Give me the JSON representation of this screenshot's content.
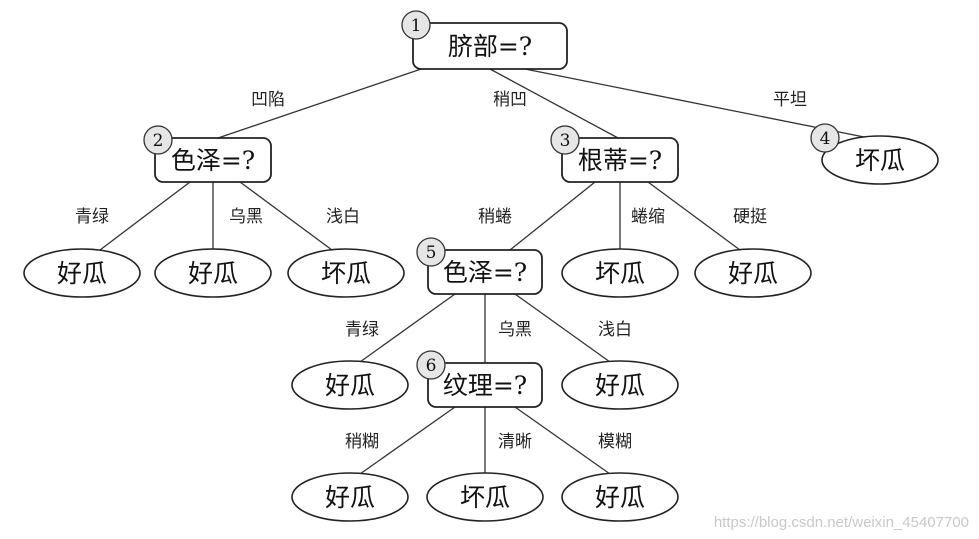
{
  "tree": {
    "nodes": [
      {
        "id": "root",
        "kind": "decision",
        "text": "脐部=?",
        "badge": "1"
      },
      {
        "id": "n2",
        "kind": "decision",
        "text": "色泽=?",
        "badge": "2"
      },
      {
        "id": "n3",
        "kind": "decision",
        "text": "根蒂=?",
        "badge": "3"
      },
      {
        "id": "n4",
        "kind": "leaf",
        "text": "坏瓜",
        "badge": "4"
      },
      {
        "id": "l2a",
        "kind": "leaf",
        "text": "好瓜"
      },
      {
        "id": "l2b",
        "kind": "leaf",
        "text": "好瓜"
      },
      {
        "id": "l2c",
        "kind": "leaf",
        "text": "坏瓜"
      },
      {
        "id": "n5",
        "kind": "decision",
        "text": "色泽=?",
        "badge": "5"
      },
      {
        "id": "l3b",
        "kind": "leaf",
        "text": "坏瓜"
      },
      {
        "id": "l3c",
        "kind": "leaf",
        "text": "好瓜"
      },
      {
        "id": "l5a",
        "kind": "leaf",
        "text": "好瓜"
      },
      {
        "id": "n6",
        "kind": "decision",
        "text": "纹理=?",
        "badge": "6"
      },
      {
        "id": "l5c",
        "kind": "leaf",
        "text": "好瓜"
      },
      {
        "id": "l6a",
        "kind": "leaf",
        "text": "好瓜"
      },
      {
        "id": "l6b",
        "kind": "leaf",
        "text": "坏瓜"
      },
      {
        "id": "l6c",
        "kind": "leaf",
        "text": "好瓜"
      }
    ],
    "edges": [
      {
        "from": "root",
        "to": "n2",
        "label": "凹陷"
      },
      {
        "from": "root",
        "to": "n3",
        "label": "稍凹"
      },
      {
        "from": "root",
        "to": "n4",
        "label": "平坦"
      },
      {
        "from": "n2",
        "to": "l2a",
        "label": "青绿"
      },
      {
        "from": "n2",
        "to": "l2b",
        "label": "乌黑"
      },
      {
        "from": "n2",
        "to": "l2c",
        "label": "浅白"
      },
      {
        "from": "n3",
        "to": "n5",
        "label": "稍蜷"
      },
      {
        "from": "n3",
        "to": "l3b",
        "label": "蜷缩"
      },
      {
        "from": "n3",
        "to": "l3c",
        "label": "硬挺"
      },
      {
        "from": "n5",
        "to": "l5a",
        "label": "青绿"
      },
      {
        "from": "n5",
        "to": "n6",
        "label": "乌黑"
      },
      {
        "from": "n5",
        "to": "l5c",
        "label": "浅白"
      },
      {
        "from": "n6",
        "to": "l6a",
        "label": "稍糊"
      },
      {
        "from": "n6",
        "to": "l6b",
        "label": "清晰"
      },
      {
        "from": "n6",
        "to": "l6c",
        "label": "模糊"
      }
    ]
  },
  "watermark": "https://blog.csdn.net/weixin_45407700"
}
